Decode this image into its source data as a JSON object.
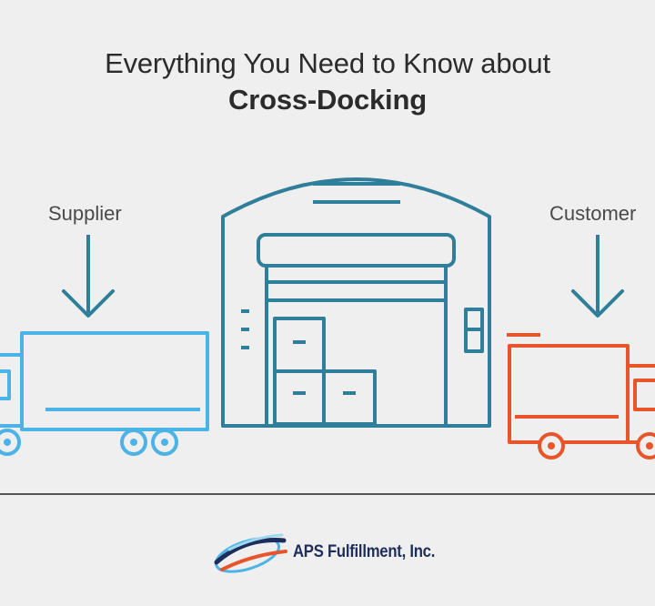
{
  "title": {
    "line1": "Everything You Need to Know about",
    "line2": "Cross-Docking"
  },
  "labels": {
    "supplier": "Supplier",
    "customer": "Customer"
  },
  "footer": {
    "company": "APS Fulfillment, Inc."
  },
  "colors": {
    "background": "#efefef",
    "supplier_truck": "#4bb3e6",
    "warehouse": "#2f7f9a",
    "customer_truck": "#e8552a",
    "arrow": "#2f7f9a",
    "ground_line": "#555555",
    "company_text": "#1d2e5c"
  },
  "icons": {
    "supplier": "supplier-truck-icon",
    "warehouse": "warehouse-icon",
    "customer": "customer-truck-icon",
    "logo": "aps-swoosh-logo-icon"
  }
}
